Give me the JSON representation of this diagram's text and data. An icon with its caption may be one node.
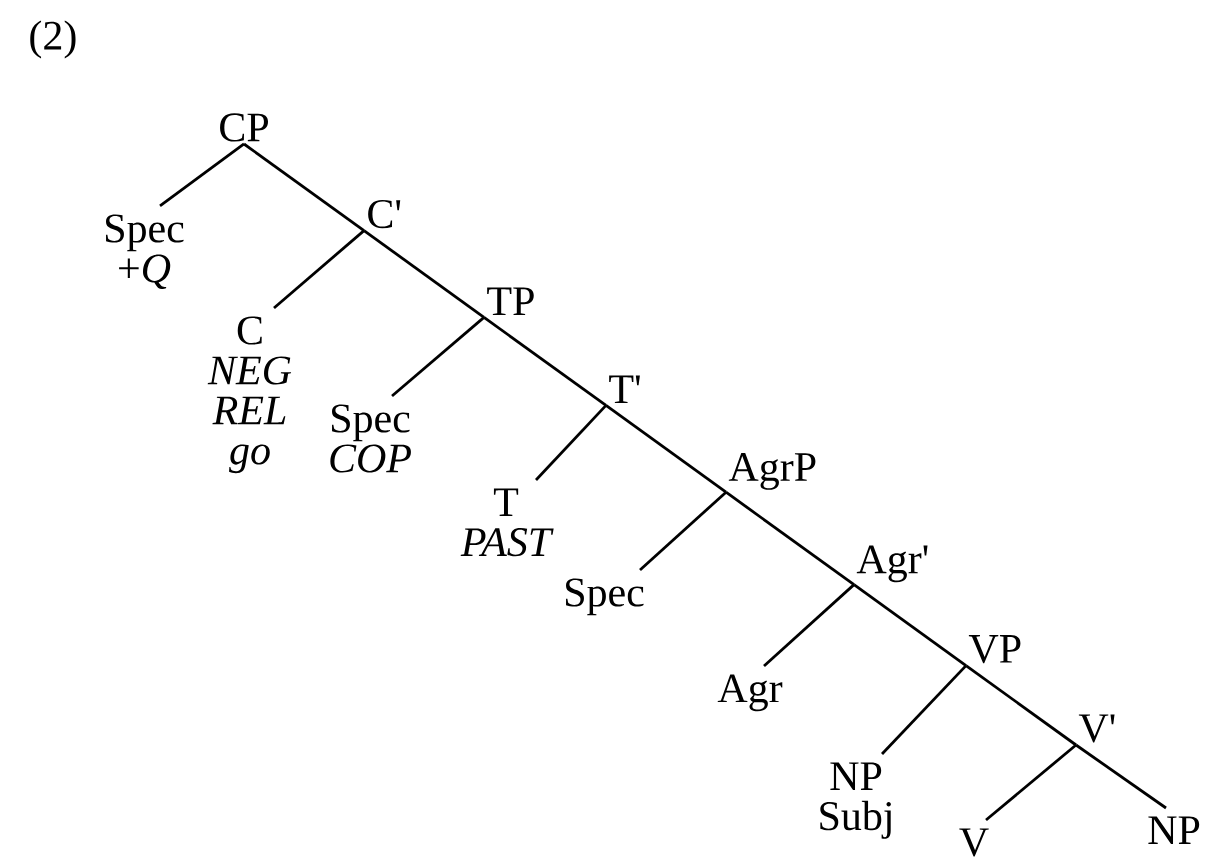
{
  "diagram": {
    "nodes": [
      {
        "text": [
          "CP"
        ]
      },
      {
        "text": [
          "Spec",
          "+*Q*"
        ]
      },
      {
        "text": [
          "C'"
        ]
      },
      {
        "text": [
          "C",
          "NEG",
          "REL",
          "go"
        ]
      },
      {
        "text": [
          "TP"
        ]
      },
      {
        "text": [
          "Spec",
          "COP"
        ]
      },
      {
        "text": [
          "T'"
        ]
      },
      {
        "text": [
          "T",
          "PAST"
        ]
      },
      {
        "text": [
          "AgrP"
        ]
      },
      {
        "text": [
          "Spec"
        ]
      },
      {
        "text": [
          "Agr'"
        ]
      },
      {
        "text": [
          "Agr"
        ]
      },
      {
        "text": [
          "VP"
        ]
      },
      {
        "text": [
          "NP",
          "Subj"
        ]
      },
      {
        "text": [
          "V'"
        ]
      },
      {
        "text": [
          "V"
        ]
      },
      {
        "text": [
          "NP"
        ]
      }
    ],
    "edges": [
      {
        "from": 0,
        "to": 1,
        "arrow": "none"
      },
      {
        "from": 0,
        "to": 2,
        "arrow": "none"
      },
      {
        "from": 2,
        "to": 3,
        "arrow": "none"
      },
      {
        "from": 2,
        "to": 4,
        "arrow": "none"
      },
      {
        "from": 4,
        "to": 5,
        "arrow": "none"
      },
      {
        "from": 4,
        "to": 6,
        "arrow": "none"
      },
      {
        "from": 6,
        "to": 7,
        "arrow": "none"
      },
      {
        "from": 6,
        "to": 8,
        "arrow": "none"
      },
      {
        "from": 8,
        "to": 9,
        "arrow": "none"
      },
      {
        "from": 8,
        "to": 10,
        "arrow": "none"
      },
      {
        "from": 10,
        "to": 11,
        "arrow": "none"
      },
      {
        "from": 10,
        "to": 12,
        "arrow": "none"
      },
      {
        "from": 12,
        "to": 13,
        "arrow": "none"
      },
      {
        "from": 12,
        "to": 14,
        "arrow": "none"
      },
      {
        "from": 14,
        "to": 15,
        "arrow": "none"
      },
      {
        "from": 14,
        "to": 16,
        "arrow": "none"
      }
    ],
    "labels": [
      "(2)"
    ]
  }
}
